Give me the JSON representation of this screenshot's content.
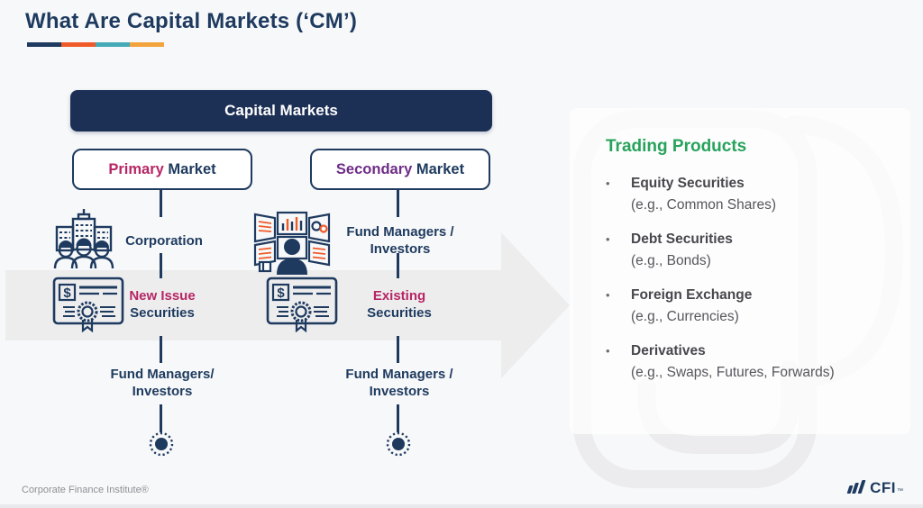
{
  "slide": {
    "title": "What Are Capital Markets (‘CM’)",
    "footer_left": "Corporate Finance Institute®",
    "logo": {
      "text": "CFI",
      "tm": "™"
    }
  },
  "accent_colors": {
    "navy": "#1e3a5f",
    "dark_navy_box": "#1c2f55",
    "magenta": "#b72565",
    "purple": "#6f2c87",
    "green": "#27a35b",
    "orange": "#f05a28",
    "teal": "#45aab8",
    "amber": "#f2a33c",
    "arrow_gray": "#ededee"
  },
  "flowchart": {
    "root": "Capital Markets",
    "primary_market": {
      "highlight": "Primary",
      "rest": " Market"
    },
    "secondary_market": {
      "highlight": "Secondary",
      "rest": " Market"
    },
    "primary_rows": {
      "row1": "Corporation",
      "row2_line1": "New Issue",
      "row2_line2": "Securities",
      "row3_line1": "Fund Managers/",
      "row3_line2": "Investors"
    },
    "secondary_rows": {
      "row1_line1": "Fund Managers /",
      "row1_line2": "Investors",
      "row2_line1": "Existing",
      "row2_line2": "Securities",
      "row3_line1": "Fund Managers /",
      "row3_line2": "Investors"
    }
  },
  "trading_products": {
    "heading": "Trading Products",
    "items": [
      {
        "bullet": "•",
        "name": "Equity Securities",
        "example": "(e.g., Common Shares)"
      },
      {
        "bullet": "•",
        "name": "Debt Securities",
        "example": "(e.g., Bonds)"
      },
      {
        "bullet": "•",
        "name": "Foreign Exchange",
        "example": "(e.g., Currencies)"
      },
      {
        "bullet": "•",
        "name": "Derivatives",
        "example": "(e.g., Swaps, Futures, Forwards)"
      }
    ]
  }
}
